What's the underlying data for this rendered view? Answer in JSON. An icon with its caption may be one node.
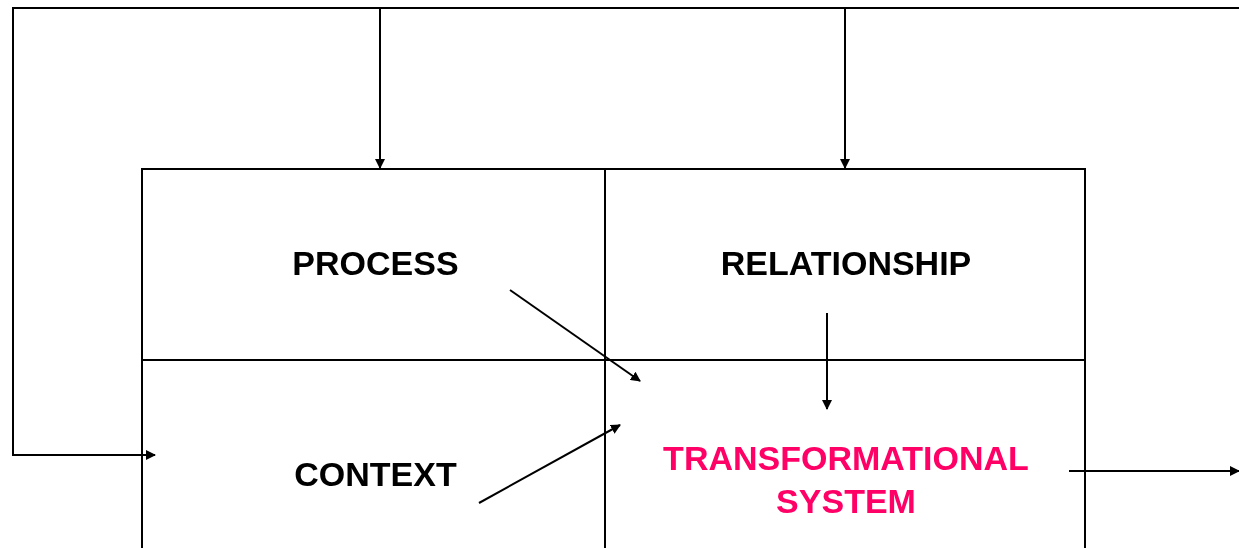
{
  "diagram": {
    "nodes": [
      {
        "text": [
          "PROCESS"
        ]
      },
      {
        "text": [
          "RELATIONSHIP"
        ]
      },
      {
        "text": [
          "CONTEXT"
        ]
      },
      {
        "text": [
          "TRANSFORMATIONAL SYSTEM"
        ]
      }
    ],
    "edges": [
      {
        "from": null,
        "to": 0,
        "arrow": "to"
      },
      {
        "from": null,
        "to": 1,
        "arrow": "to"
      },
      {
        "from": null,
        "to": 2,
        "arrow": "to"
      },
      {
        "from": 0,
        "to": 3,
        "arrow": "to"
      },
      {
        "from": 1,
        "to": 3,
        "arrow": "to"
      },
      {
        "from": 2,
        "to": 3,
        "arrow": "to"
      },
      {
        "from": 3,
        "to": null,
        "arrow": "to"
      }
    ]
  }
}
